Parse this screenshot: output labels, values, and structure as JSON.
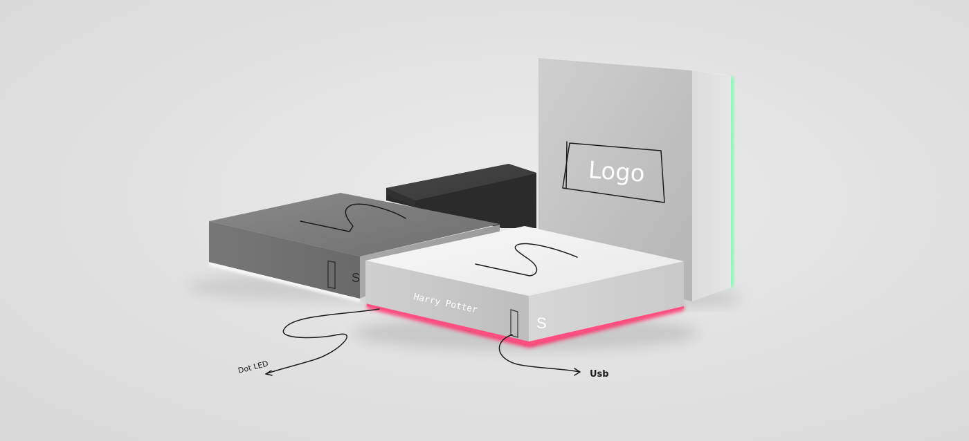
{
  "scene": {
    "description_free": true,
    "colors": {
      "background": "#e2e2e2",
      "box_light_top": "#efefef",
      "box_gray_top": "#7a7a7a",
      "box_dark_top": "#3e3e3e",
      "box_standing_face": "#c4c4c4",
      "glow_red": "#ff2d6a",
      "glow_green": "#7dffb0",
      "glow_white": "#ffffff"
    }
  },
  "labels": {
    "logo_text": "Logo",
    "spine_title": "Harry Potter",
    "side_mark": "S",
    "gray_side_mark": "S",
    "annotation_usb": "Usb",
    "annotation_led": "Dot LED"
  }
}
